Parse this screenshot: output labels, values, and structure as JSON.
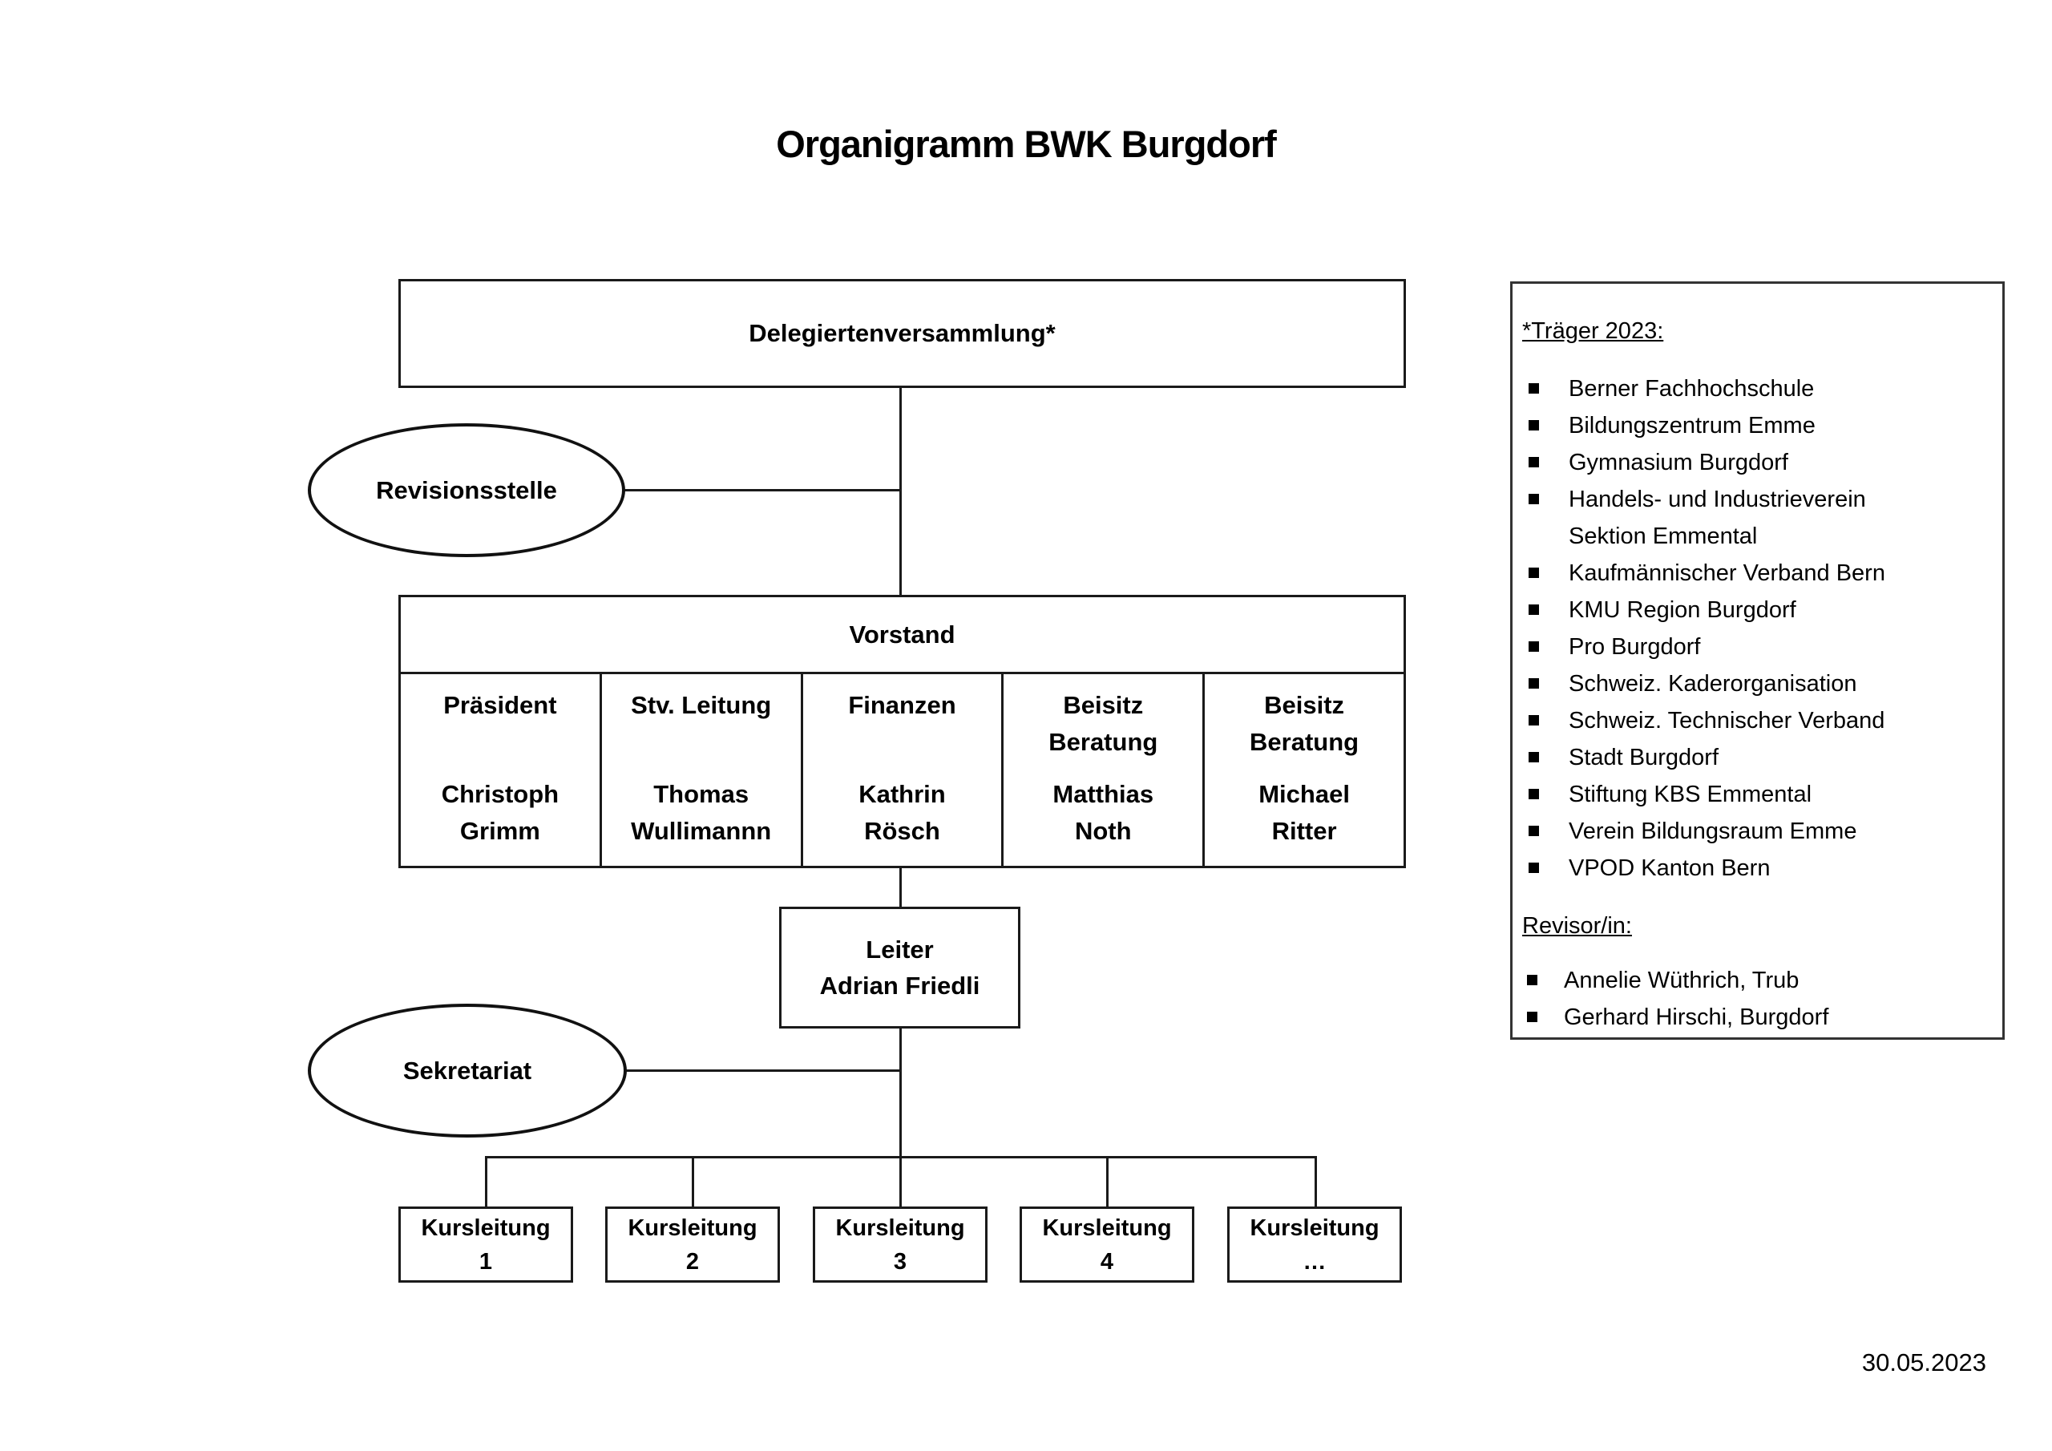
{
  "title": "Organigramm BWK Burgdorf",
  "colors": {
    "ink": "#000000",
    "line": "#1a1a1a",
    "background": "#ffffff"
  },
  "chart": {
    "delegates": {
      "label": "Delegiertenversammlung*"
    },
    "revisionsstelle": {
      "label": "Revisionsstelle"
    },
    "vorstand": {
      "header": "Vorstand",
      "columns": [
        {
          "role": "Präsident",
          "name": "Christoph\nGrimm"
        },
        {
          "role": "Stv. Leitung",
          "name": "Thomas\nWullimannn"
        },
        {
          "role": "Finanzen",
          "name": "Kathrin\nRösch"
        },
        {
          "role": "Beisitz\nBeratung",
          "name": "Matthias\nNoth"
        },
        {
          "role": "Beisitz\nBeratung",
          "name": "Michael\nRitter"
        }
      ]
    },
    "leiter": {
      "role": "Leiter",
      "name": "Adrian Friedli"
    },
    "sekretariat": {
      "label": "Sekretariat"
    },
    "kursleitung": [
      {
        "label": "Kursleitung",
        "number": "1"
      },
      {
        "label": "Kursleitung",
        "number": "2"
      },
      {
        "label": "Kursleitung",
        "number": "3"
      },
      {
        "label": "Kursleitung",
        "number": "4"
      },
      {
        "label": "Kursleitung",
        "number": "…"
      }
    ]
  },
  "sidebar": {
    "traeger_heading": "*Träger 2023:",
    "traeger_items": [
      "Berner Fachhochschule",
      "Bildungszentrum Emme",
      "Gymnasium Burgdorf",
      "Handels- und Industrieverein\nSektion Emmental",
      "Kaufmännischer Verband Bern",
      "KMU Region Burgdorf",
      "Pro Burgdorf",
      "Schweiz. Kaderorganisation",
      "Schweiz. Technischer Verband",
      "Stadt Burgdorf",
      "Stiftung KBS Emmental",
      "Verein Bildungsraum Emme",
      "VPOD Kanton Bern"
    ],
    "revisor_heading": "Revisor/in:",
    "revisor_items": [
      "Annelie Wüthrich, Trub",
      "Gerhard Hirschi, Burgdorf"
    ]
  },
  "footer": {
    "date": "30.05.2023"
  }
}
